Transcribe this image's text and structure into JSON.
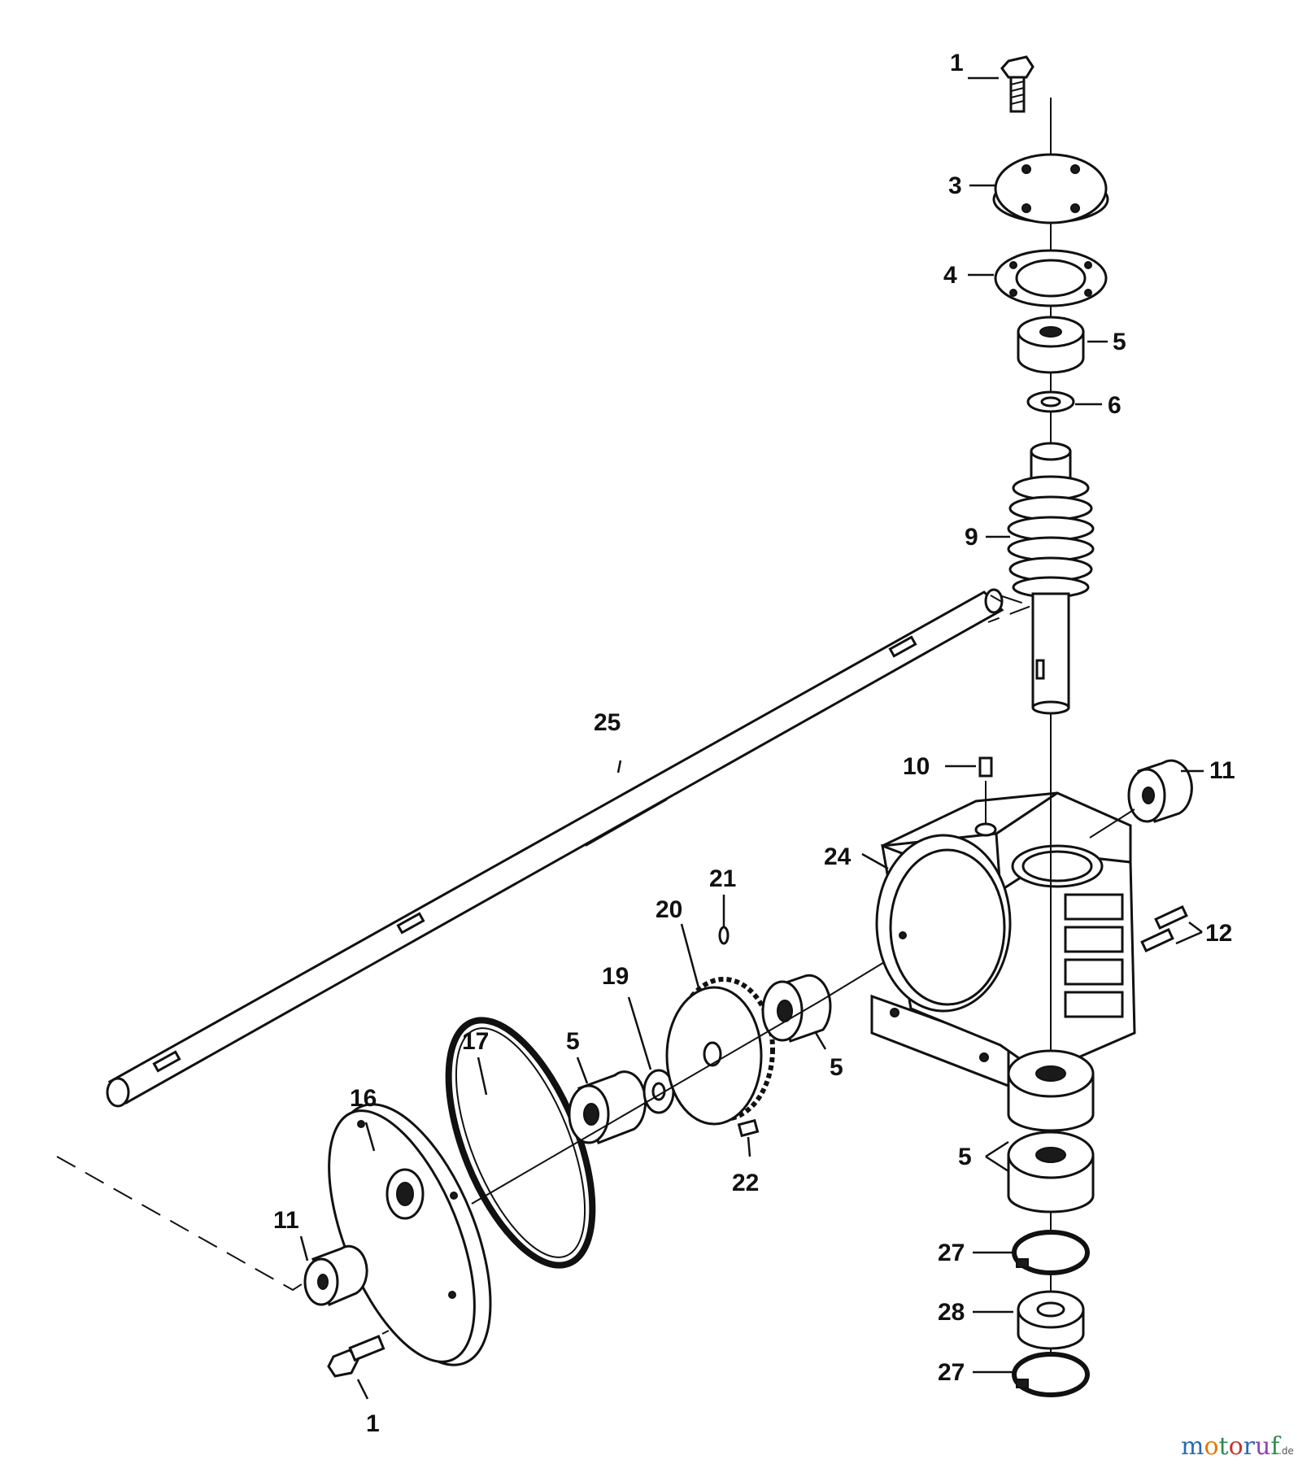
{
  "labels": {
    "bolt_top": "1",
    "cover_plate": "3",
    "gasket_top": "4",
    "bearing_top": "5",
    "washer_top": "6",
    "worm": "9",
    "plug": "10",
    "bearing_right": "11",
    "pins": "12",
    "shaft": "25",
    "housing": "24",
    "key_21": "21",
    "gear": "20",
    "washer_19": "19",
    "bearing_mid": "5",
    "bearing_gear_right": "5",
    "gasket_17": "17",
    "cover_16": "16",
    "bearing_left": "11",
    "key_22": "22",
    "bolt_bottom": "1",
    "bearings_lower": "5",
    "ring_27a": "27",
    "seal_28": "28",
    "ring_27b": "27"
  },
  "watermark": {
    "letters": [
      "m",
      "o",
      "t",
      "o",
      "r",
      "u",
      "f"
    ],
    "colors": [
      "#2b6cb0",
      "#e07b00",
      "#2e8b57",
      "#c0392b",
      "#2b6cb0",
      "#8e44ad",
      "#2e8b57"
    ],
    "suffix": ".de"
  }
}
